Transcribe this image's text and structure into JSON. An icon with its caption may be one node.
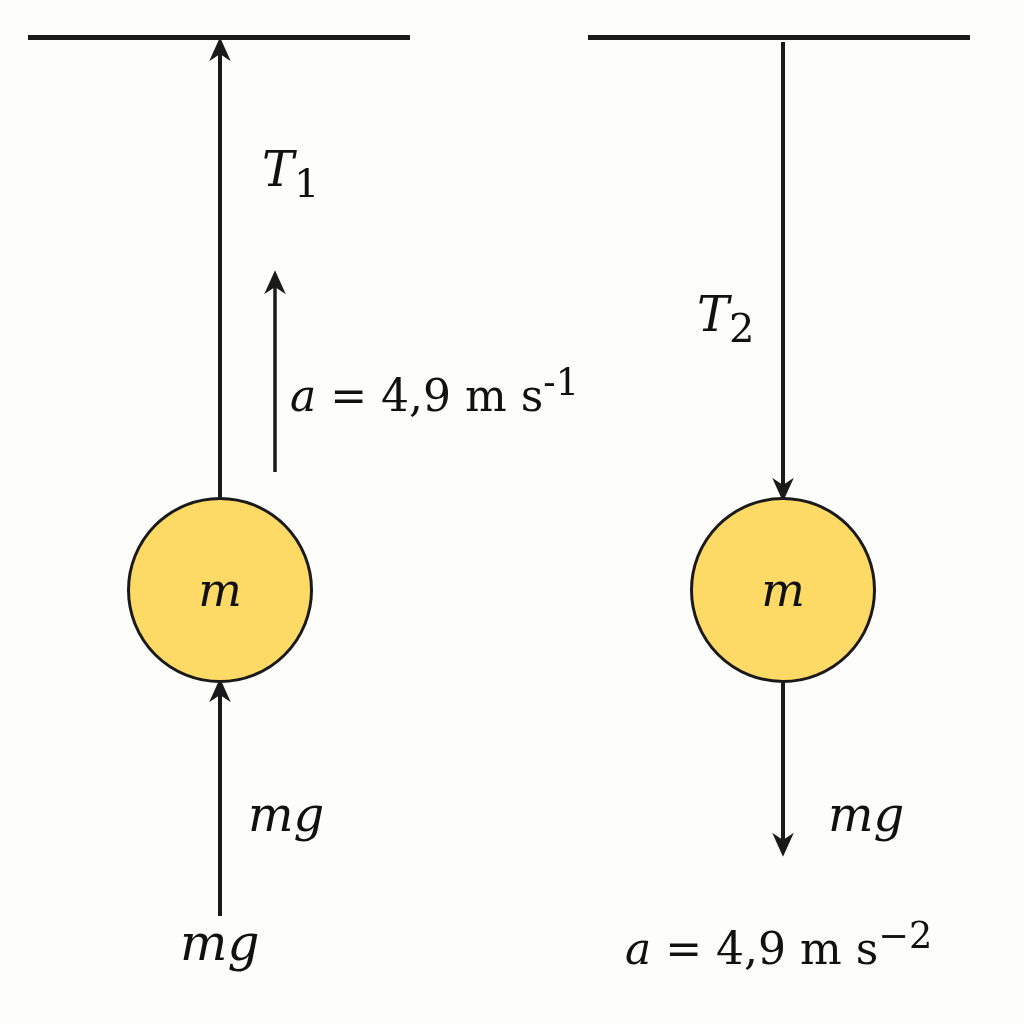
{
  "diagram": {
    "nodes": [
      {
        "text": [],
        "shape": "bar"
      },
      {
        "text": [],
        "shape": "bar"
      },
      {
        "text": [
          "m"
        ]
      },
      {
        "text": [
          "m"
        ]
      },
      {
        "text": [
          "mg"
        ]
      }
    ],
    "edges": [
      {
        "from": 2,
        "to": 0,
        "arrow": "to",
        "label": "*T*$_{1}$"
      },
      {
        "from": 1,
        "to": 3,
        "arrow": "to",
        "label": "*T*$_{2}$"
      },
      {
        "from": 4,
        "to": 2,
        "arrow": "to",
        "label": "mg"
      },
      {
        "from": 3,
        "to": null,
        "arrow": "to",
        "label": "mg"
      }
    ],
    "labels": [
      "*a* = 4,9 m s$^{-1}$",
      "*a* = 4,9 m s$^{−2}$"
    ]
  }
}
